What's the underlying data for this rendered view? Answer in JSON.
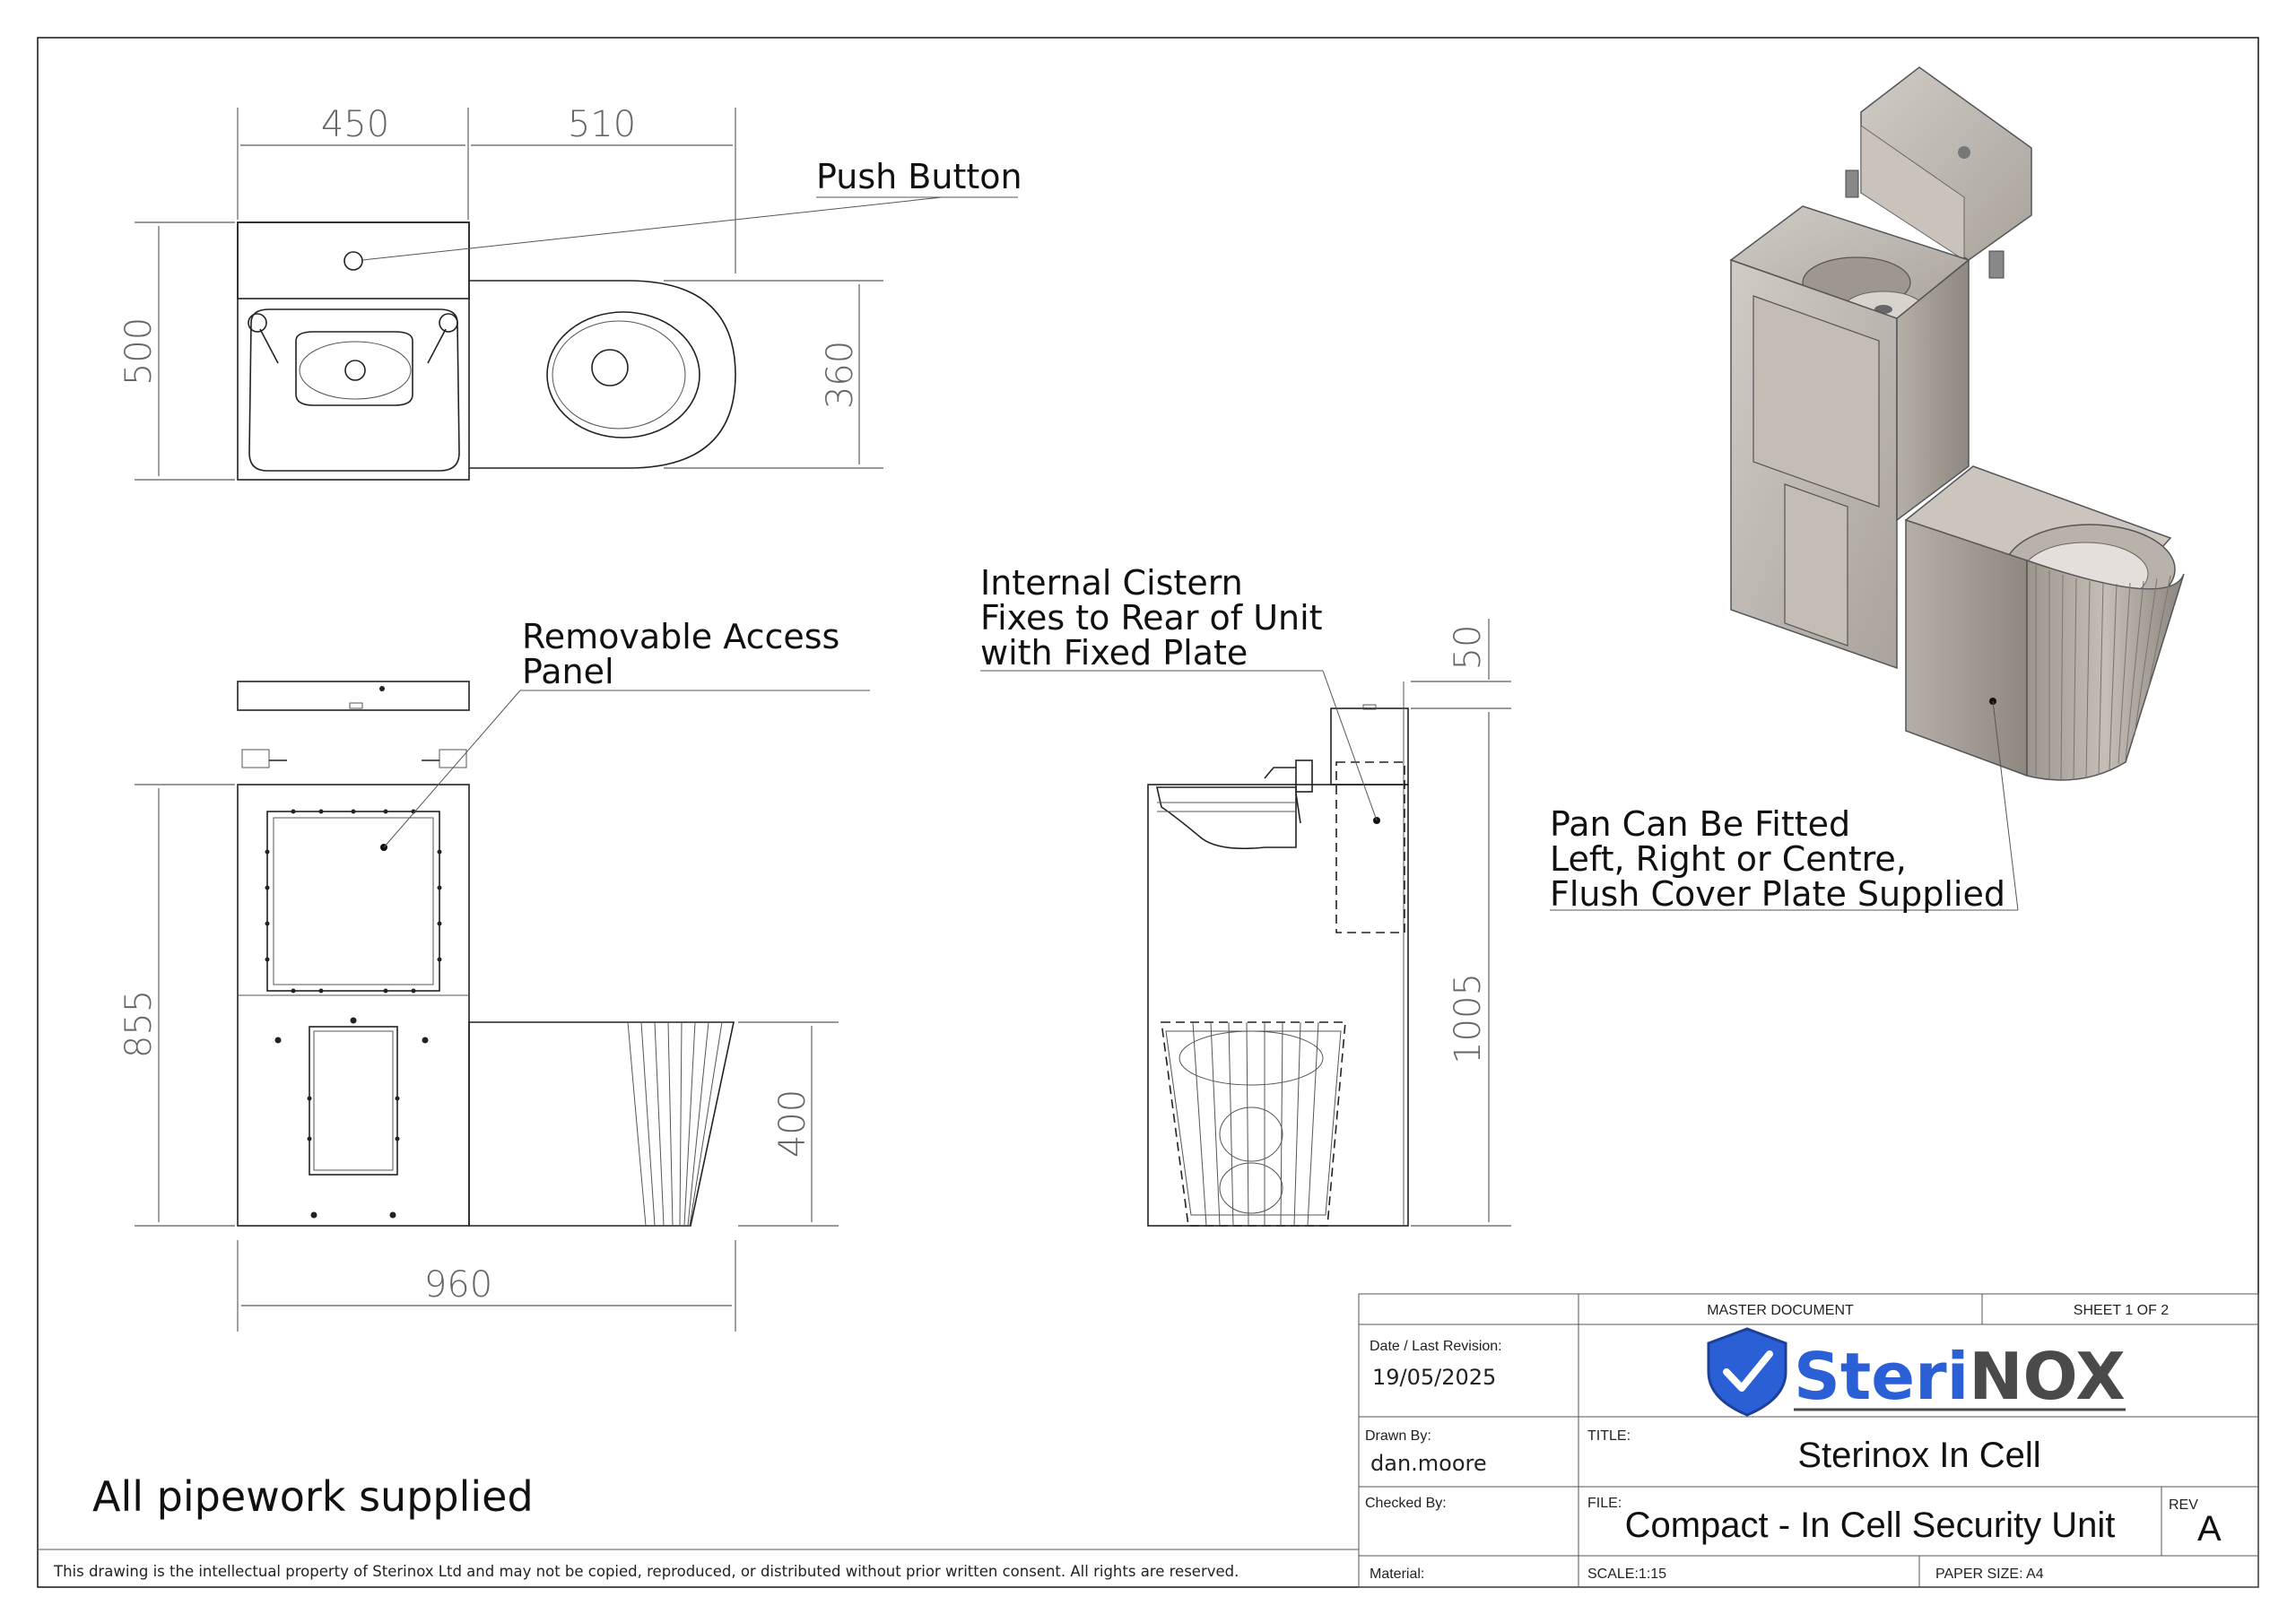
{
  "plan_view": {
    "dim_basin_width": "450",
    "dim_pan_width": "510",
    "dim_depth": "500",
    "dim_pan_depth": "360",
    "callout_push_button": "Push Button"
  },
  "front_view": {
    "callout_access_panel_line1": "Removable Access",
    "callout_access_panel_line2": "Panel",
    "dim_height": "855",
    "dim_pan_height": "400",
    "dim_total_width": "960"
  },
  "side_view": {
    "callout_cistern_line1": "Internal Cistern",
    "callout_cistern_line2": "Fixes to Rear of Unit",
    "callout_cistern_line3": "with Fixed Plate",
    "dim_top": "50",
    "dim_height": "1005"
  },
  "iso_view": {
    "callout_pan_line1": "Pan Can Be Fitted",
    "callout_pan_line2": "Left, Right or Centre,",
    "callout_pan_line3": "Flush Cover Plate Supplied"
  },
  "notes": {
    "pipework": "All pipework supplied",
    "copyright": "This drawing is the intellectual property of Sterinox Ltd and may not be copied, reproduced, or distributed without prior written consent. All rights are reserved."
  },
  "title_block": {
    "master_document": "MASTER DOCUMENT",
    "sheet": "SHEET 1 OF 2",
    "date_label": "Date / Last Revision:",
    "date_value": "19/05/2025",
    "logo_text_a": "Steri",
    "logo_text_b": "NOX",
    "drawn_label": "Drawn By:",
    "drawn_value": "dan.moore",
    "title_label": "TITLE:",
    "title_value": "Sterinox In Cell",
    "checked_label": "Checked By:",
    "file_label": "FILE:",
    "file_value": "Compact - In Cell Security Unit",
    "rev_label": "REV",
    "rev_value": "A",
    "material_label": "Material:",
    "scale": "SCALE:1:15",
    "paper_size": "PAPER SIZE: A4"
  },
  "colors": {
    "logo_blue": "#2a5fd6",
    "logo_grey": "#4a4a4a",
    "metal": "#bdb7b0"
  }
}
